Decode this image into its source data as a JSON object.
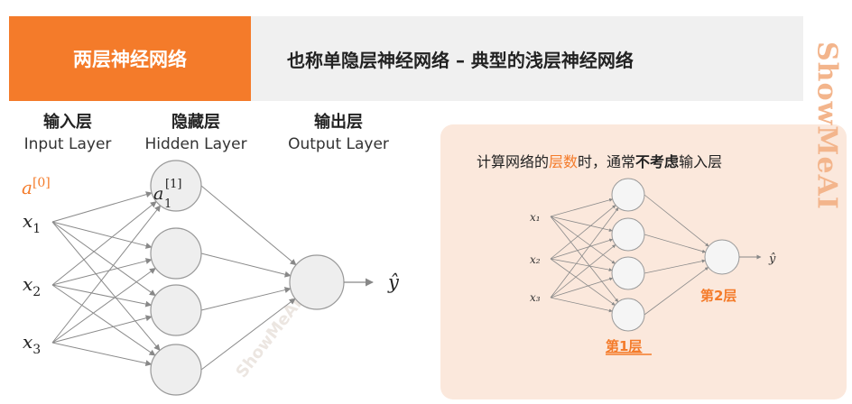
{
  "header": {
    "tag": "两层神经网络",
    "subtitle": "也称单隐层神经网络 – 典型的浅层神经网络"
  },
  "columns": {
    "input": {
      "cn": "输入层",
      "en": "Input Layer"
    },
    "hidden": {
      "cn": "隐藏层",
      "en": "Hidden Layer"
    },
    "output": {
      "cn": "输出层",
      "en": "Output Layer"
    }
  },
  "main_net": {
    "a0_base": "a",
    "a0_sup": "[0]",
    "inputs": [
      "x",
      "x",
      "x"
    ],
    "input_subs": [
      "1",
      "2",
      "3"
    ],
    "hidden_first_base": "a",
    "hidden_first_sup": "[1]",
    "hidden_first_sub": "1",
    "output_label": "ŷ"
  },
  "panel": {
    "title_pre": "计算网络的",
    "title_hl": "层数",
    "title_mid": "时，通常",
    "title_bold": "不考虑",
    "title_post": "输入层",
    "inputs": [
      "x₁",
      "x₂",
      "x₃"
    ],
    "output_label": "ŷ",
    "layer1": "第1层",
    "layer2": "第2层"
  },
  "watermark": {
    "side": "ShowMeAI",
    "diagonal": "ShowMeAI"
  },
  "colors": {
    "accent": "#f47b2a",
    "panel_bg": "#fbe8dc",
    "header_bg": "#f0f0f0"
  }
}
